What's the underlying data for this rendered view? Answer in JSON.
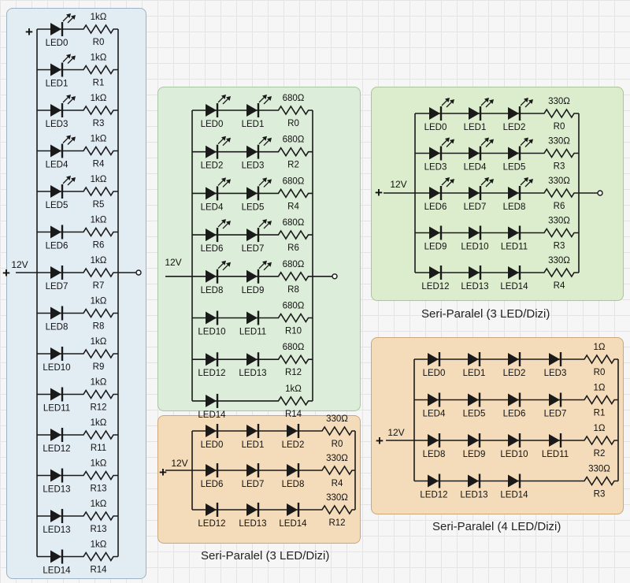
{
  "diagrams": [
    {
      "id": "a",
      "caption": "",
      "voltage": "12V",
      "rows": [
        {
          "leds": [
            "LED0"
          ],
          "resistor": "R0",
          "value": "1kΩ",
          "emit": true
        },
        {
          "leds": [
            "LED1"
          ],
          "resistor": "R1",
          "value": "1kΩ",
          "emit": true
        },
        {
          "leds": [
            "LED3"
          ],
          "resistor": "R3",
          "value": "1kΩ",
          "emit": true
        },
        {
          "leds": [
            "LED4"
          ],
          "resistor": "R4",
          "value": "1kΩ",
          "emit": true
        },
        {
          "leds": [
            "LED5"
          ],
          "resistor": "R5",
          "value": "1kΩ",
          "emit": true
        },
        {
          "leds": [
            "LED6"
          ],
          "resistor": "R6",
          "value": "1kΩ",
          "emit": false
        },
        {
          "leds": [
            "LED7"
          ],
          "resistor": "R7",
          "value": "1kΩ",
          "emit": false
        },
        {
          "leds": [
            "LED8"
          ],
          "resistor": "R8",
          "value": "1kΩ",
          "emit": false
        },
        {
          "leds": [
            "LED10"
          ],
          "resistor": "R9",
          "value": "1kΩ",
          "emit": false
        },
        {
          "leds": [
            "LED11"
          ],
          "resistor": "R12",
          "value": "1kΩ",
          "emit": false
        },
        {
          "leds": [
            "LED12"
          ],
          "resistor": "R11",
          "value": "1kΩ",
          "emit": false
        },
        {
          "leds": [
            "LED13"
          ],
          "resistor": "R13",
          "value": "1kΩ",
          "emit": false
        },
        {
          "leds": [
            "LED13"
          ],
          "resistor": "R13",
          "value": "1kΩ",
          "emit": false
        },
        {
          "leds": [
            "LED14"
          ],
          "resistor": "R14",
          "value": "1kΩ",
          "emit": false
        }
      ]
    },
    {
      "id": "b",
      "caption": "",
      "voltage": "12V",
      "rows": [
        {
          "leds": [
            "LED0",
            "LED1"
          ],
          "resistor": "R0",
          "value": "680Ω",
          "emit": true
        },
        {
          "leds": [
            "LED2",
            "LED3"
          ],
          "resistor": "R2",
          "value": "680Ω",
          "emit": true
        },
        {
          "leds": [
            "LED4",
            "LED5"
          ],
          "resistor": "R4",
          "value": "680Ω",
          "emit": true
        },
        {
          "leds": [
            "LED6",
            "LED7"
          ],
          "resistor": "R6",
          "value": "680Ω",
          "emit": true
        },
        {
          "leds": [
            "LED8",
            "LED9"
          ],
          "resistor": "R8",
          "value": "680Ω",
          "emit": true
        },
        {
          "leds": [
            "LED10",
            "LED11"
          ],
          "resistor": "R10",
          "value": "680Ω",
          "emit": false
        },
        {
          "leds": [
            "LED12",
            "LED13"
          ],
          "resistor": "R12",
          "value": "680Ω",
          "emit": false
        },
        {
          "leds": [
            "LED14"
          ],
          "resistor": "R14",
          "value": "1kΩ",
          "emit": false
        }
      ]
    },
    {
      "id": "c",
      "caption": "Seri-Paralel (3 LED/Dizi)",
      "voltage": "12V",
      "rows": [
        {
          "leds": [
            "LED0",
            "LED1",
            "LED2"
          ],
          "resistor": "R0",
          "value": "330Ω",
          "emit": true
        },
        {
          "leds": [
            "LED3",
            "LED4",
            "LED5"
          ],
          "resistor": "R3",
          "value": "330Ω",
          "emit": true
        },
        {
          "leds": [
            "LED6",
            "LED7",
            "LED8"
          ],
          "resistor": "R6",
          "value": "330Ω",
          "emit": true
        },
        {
          "leds": [
            "LED9",
            "LED10",
            "LED11"
          ],
          "resistor": "R3",
          "value": "330Ω",
          "emit": false
        },
        {
          "leds": [
            "LED12",
            "LED13",
            "LED14"
          ],
          "resistor": "R4",
          "value": "330Ω",
          "emit": false
        }
      ]
    },
    {
      "id": "d",
      "caption": "Seri-Paralel (3 LED/Dizi)",
      "voltage": "12V",
      "rows": [
        {
          "leds": [
            "LED0",
            "LED1",
            "LED2"
          ],
          "resistor": "R0",
          "value": "330Ω",
          "emit": false
        },
        {
          "leds": [
            "LED6",
            "LED7",
            "LED8"
          ],
          "resistor": "R4",
          "value": "330Ω",
          "emit": false
        },
        {
          "leds": [
            "LED12",
            "LED13",
            "LED14"
          ],
          "resistor": "R12",
          "value": "330Ω",
          "emit": false
        }
      ]
    },
    {
      "id": "e",
      "caption": "Seri-Paralel (4 LED/Dizi)",
      "voltage": "12V",
      "rows": [
        {
          "leds": [
            "LED0",
            "LED1",
            "LED2",
            "LED3"
          ],
          "resistor": "R0",
          "value": "1Ω",
          "emit": false
        },
        {
          "leds": [
            "LED4",
            "LED5",
            "LED6",
            "LED7"
          ],
          "resistor": "R1",
          "value": "1Ω",
          "emit": false
        },
        {
          "leds": [
            "LED8",
            "LED9",
            "LED10",
            "LED11"
          ],
          "resistor": "R2",
          "value": "1Ω",
          "emit": false
        },
        {
          "leds": [
            "LED12",
            "LED13",
            "LED14"
          ],
          "resistor": "R3",
          "value": "330Ω",
          "emit": false
        }
      ]
    }
  ],
  "colors": {
    "wire": "#1a1a1a",
    "plus": "#d42020"
  }
}
